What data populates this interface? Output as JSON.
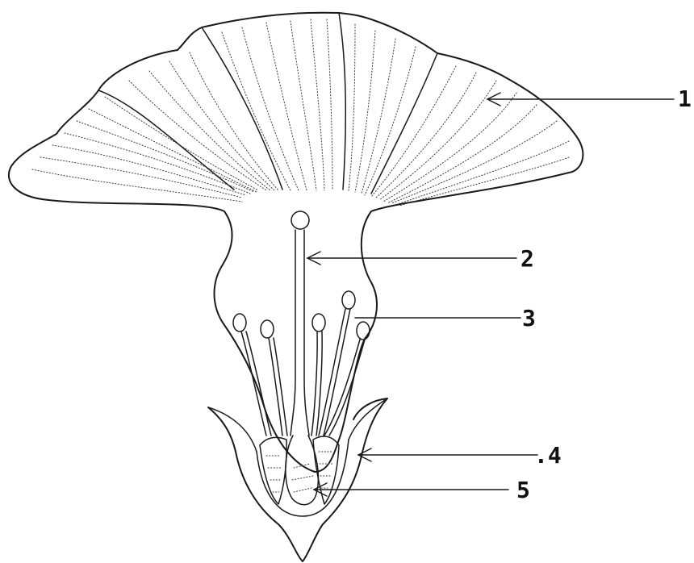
{
  "labels": [
    {
      "id": "1",
      "text": "1"
    },
    {
      "id": "2",
      "text": "2"
    },
    {
      "id": "3",
      "text": "3"
    },
    {
      "id": "4",
      "text": ".4"
    },
    {
      "id": "5",
      "text": "5"
    }
  ]
}
